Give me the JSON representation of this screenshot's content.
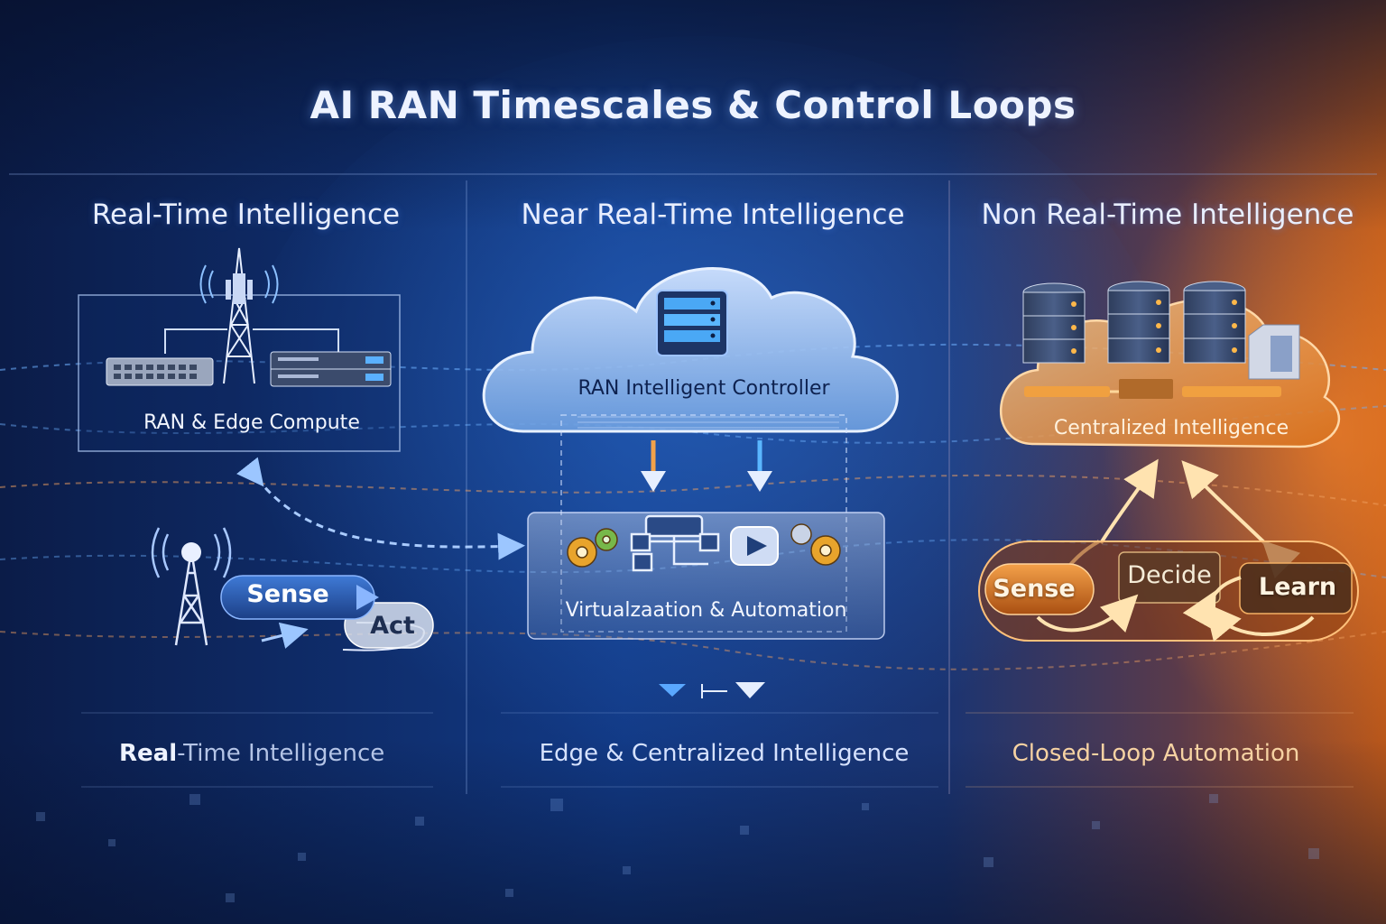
{
  "title": "AI RAN Timescales & Control Loops",
  "columns": [
    {
      "heading": "Real-Time Intelligence",
      "box_label": "RAN & Edge Compute",
      "loop": {
        "sense": "Sense",
        "act": "Act"
      },
      "footer": {
        "bold": "Real",
        "rest": "-Time Intelligence"
      }
    },
    {
      "heading": "Near Real-Time Intelligence",
      "cloud_label": "RAN Intelligent Controller",
      "panel_label": "Virtualzaation & Automation",
      "footer": "Edge & Centralized Intelligence"
    },
    {
      "heading": "Non Real-Time Intelligence",
      "cloud_label": "Centralized Intelligence",
      "loop": {
        "sense": "Sense",
        "decide": "Decide",
        "learn": "Learn"
      },
      "footer": "Closed-Loop Automation"
    }
  ],
  "colors": {
    "blue_accent": "#5aa8ff",
    "orange_accent": "#ff8a2a",
    "background": "#0a1a3e"
  },
  "icons": [
    "cell-tower-icon",
    "network-switch-icon",
    "server-icon",
    "database-icon",
    "gear-icon",
    "workflow-icon",
    "play-icon",
    "data-center-icon"
  ]
}
